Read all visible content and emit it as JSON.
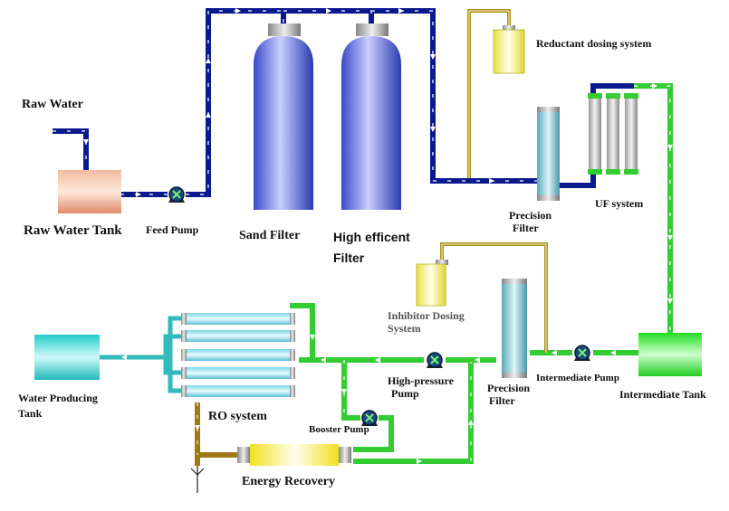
{
  "labels": {
    "raw_water": "Raw Water",
    "raw_water_tank": "Raw Water Tank",
    "feed_pump": "Feed Pump",
    "sand_filter": "Sand Filter",
    "high_efficient_filter_line1": "High efficent",
    "high_efficient_filter_line2": "Filter",
    "reductant_dosing_system": "Reductant dosing system",
    "precision_filter_1_line1": "Precision",
    "precision_filter_1_line2": "Filter",
    "uf_system": "UF system",
    "inhibitor_dosing_line1": "Inhibitor Dosing",
    "inhibitor_dosing_line2": "System",
    "high_pressure_pump_line1": "High-pressure",
    "high_pressure_pump_line2": "Pump",
    "precision_filter_2_line1": "Precision",
    "precision_filter_2_line2": "Filter",
    "intermediate_pump": "Intermediate Pump",
    "intermediate_tank": "Intermediate Tank",
    "water_producing_tank_line1": "Water Producing",
    "water_producing_tank_line2": "Tank",
    "ro_system": "RO system",
    "booster_pump": "Booster Pump",
    "energy_recovery": "Energy Recovery"
  },
  "colors": {
    "pretreatment_pipe": "#0a1a8c",
    "uf_product_pipe": "#33cc33",
    "ro_product_pipe": "#33bbbb",
    "brine_pipe": "#a07818",
    "dosing_pipe": "#a89020",
    "tank_raw": "#e89a78",
    "tank_intermediate": "#33ee33",
    "tank_product": "#33cccc",
    "filter_vessel": "#5a68e8",
    "dosing_tank": "#f0f060"
  }
}
